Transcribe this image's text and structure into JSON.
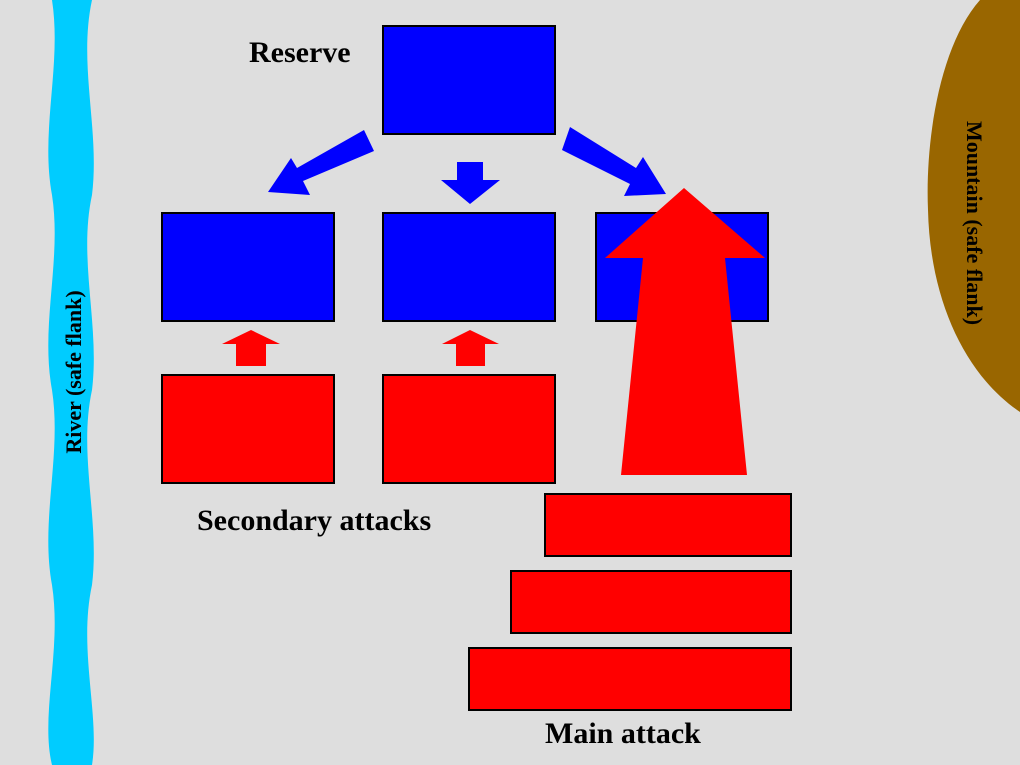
{
  "labels": {
    "reserve": "Reserve",
    "secondary_attacks": "Secondary attacks",
    "main_attack": "Main attack",
    "river": "River (safe flank)",
    "mountain": "Mountain (safe flank)"
  },
  "colors": {
    "background": "#dedede",
    "friendly": "#0000ff",
    "enemy": "#ff0000",
    "river": "#00ccff",
    "mountain": "#996600",
    "outline": "#000000"
  }
}
